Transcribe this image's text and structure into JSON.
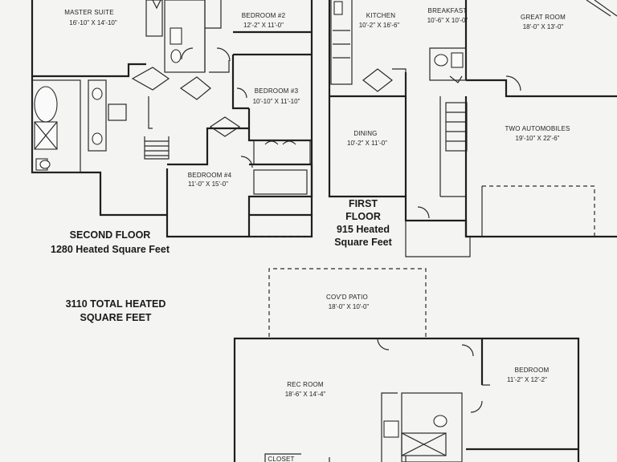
{
  "second_floor": {
    "title": "SECOND FLOOR",
    "area": "1280 Heated Square Feet",
    "rooms": [
      {
        "name": "MASTER SUITE",
        "dims": "16'-10\" X 14'-10\""
      },
      {
        "name": "BEDROOM #2",
        "dims": "12'-2\" X 11'-0\""
      },
      {
        "name": "BEDROOM #3",
        "dims": "10'-10\" X 11'-10\""
      },
      {
        "name": "BEDROOM #4",
        "dims": "11'-0\" X 15'-0\""
      }
    ]
  },
  "first_floor": {
    "title_line1": "FIRST",
    "title_line2": "FLOOR",
    "area_line1": "915 Heated",
    "area_line2": "Square Feet",
    "rooms": [
      {
        "name": "KITCHEN",
        "dims": "10'-2\" X 16'-6\""
      },
      {
        "name": "BREAKFAST",
        "dims": "10'-6\" X 10'-0\""
      },
      {
        "name": "GREAT ROOM",
        "dims": "18'-0\" X 13'-0\""
      },
      {
        "name": "DINING",
        "dims": "10'-2\" X 11'-0\""
      },
      {
        "name": "TWO AUTOMOBILES",
        "dims": "19'-10\" X 22'-6\""
      }
    ]
  },
  "total": {
    "line1": "3110 TOTAL HEATED",
    "line2": "SQUARE FEET"
  },
  "basement": {
    "rooms": [
      {
        "name": "COV'D PATIO",
        "dims": "18'-0\" X 10'-0\""
      },
      {
        "name": "REC ROOM",
        "dims": "18'-6\" X 14'-4\""
      },
      {
        "name": "BEDROOM",
        "dims": "11'-2\" X 12'-2\""
      },
      {
        "name": "CLOSET",
        "dims": ""
      }
    ]
  }
}
